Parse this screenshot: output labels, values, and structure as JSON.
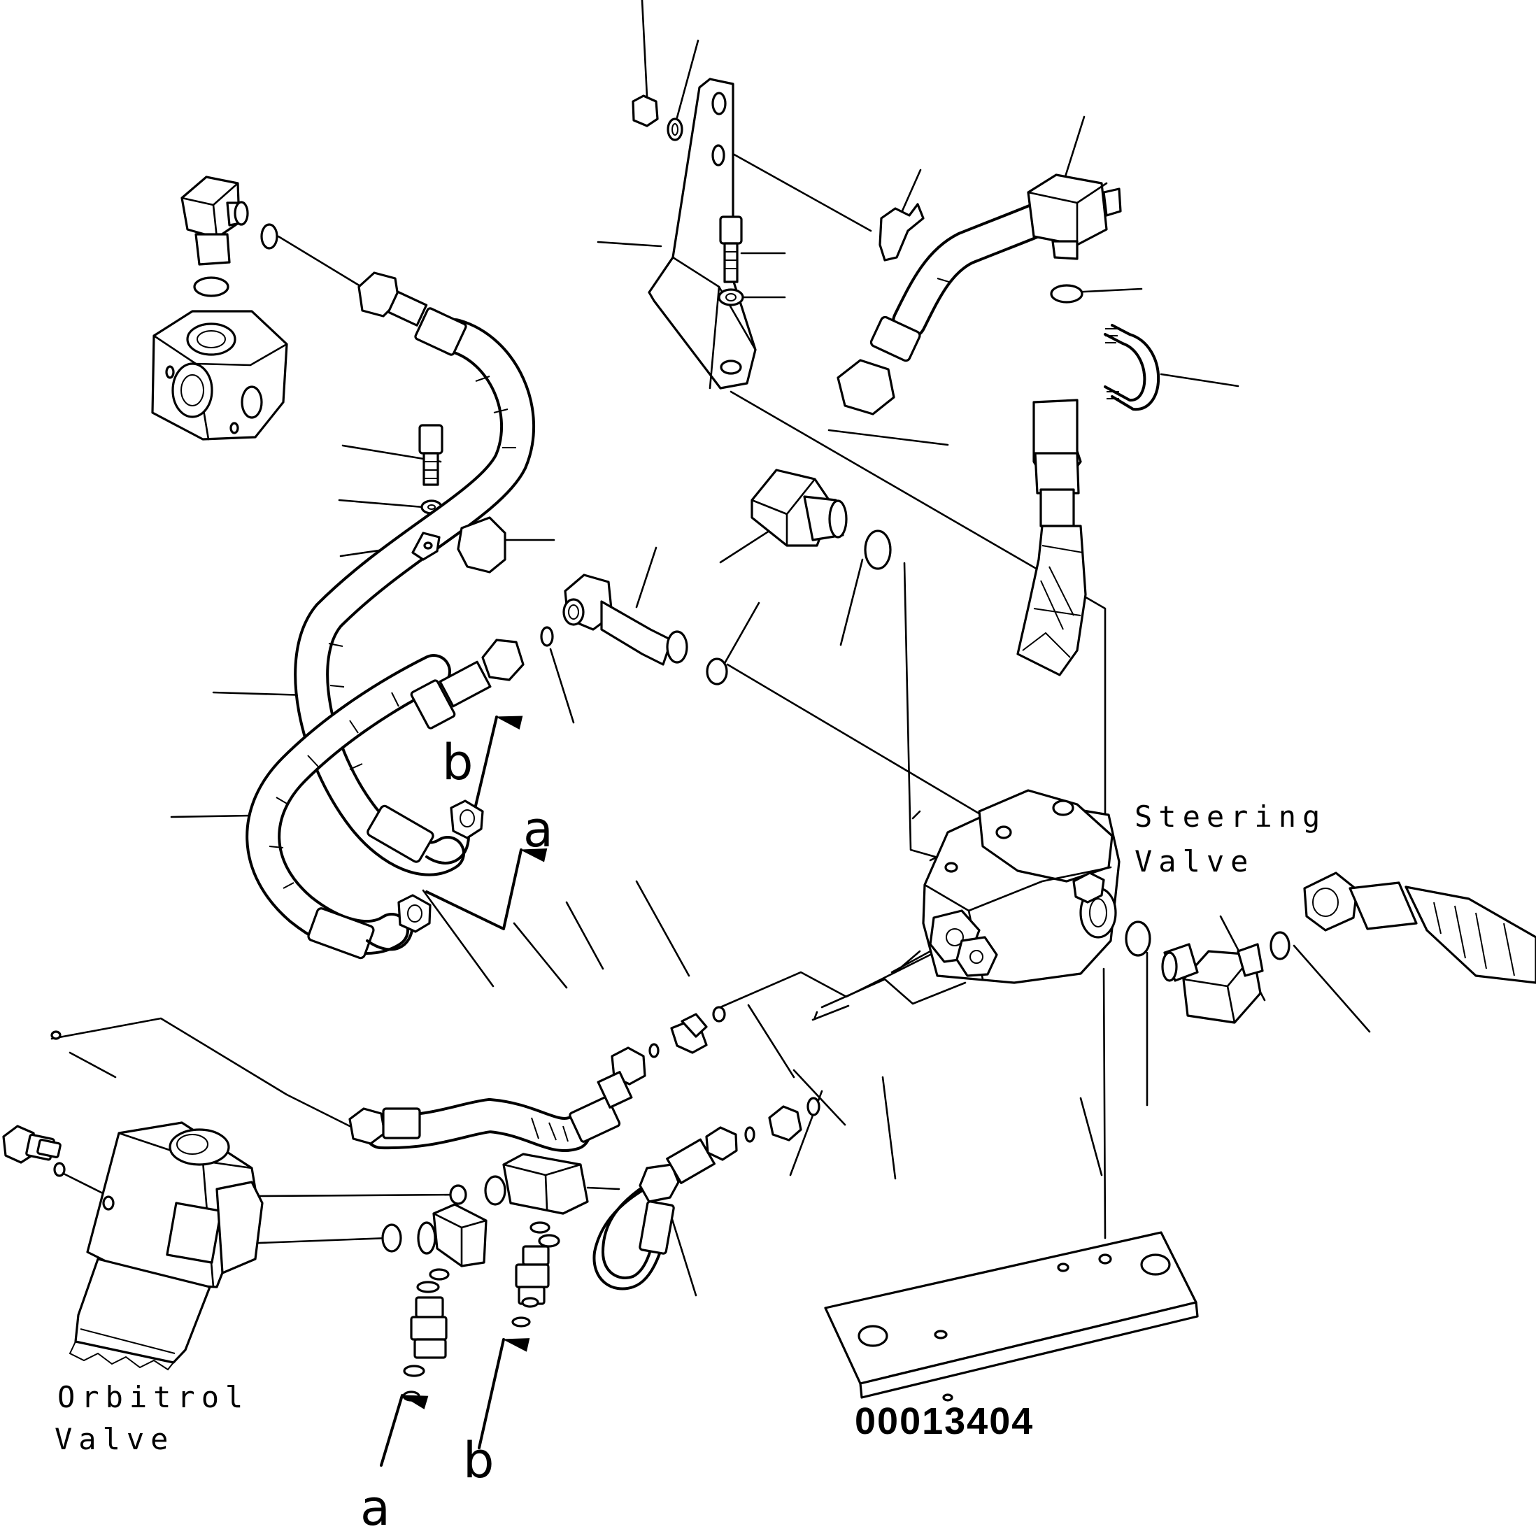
{
  "labels": {
    "steering_valve_line1": "Steering",
    "steering_valve_line2": "Valve",
    "orbitrol_valve_line1": "Orbitrol",
    "orbitrol_valve_line2": "Valve",
    "figure_number": "00013404"
  },
  "markers": {
    "a_top": "a",
    "b_top": "b",
    "a_bottom": "a",
    "b_bottom": "b"
  }
}
